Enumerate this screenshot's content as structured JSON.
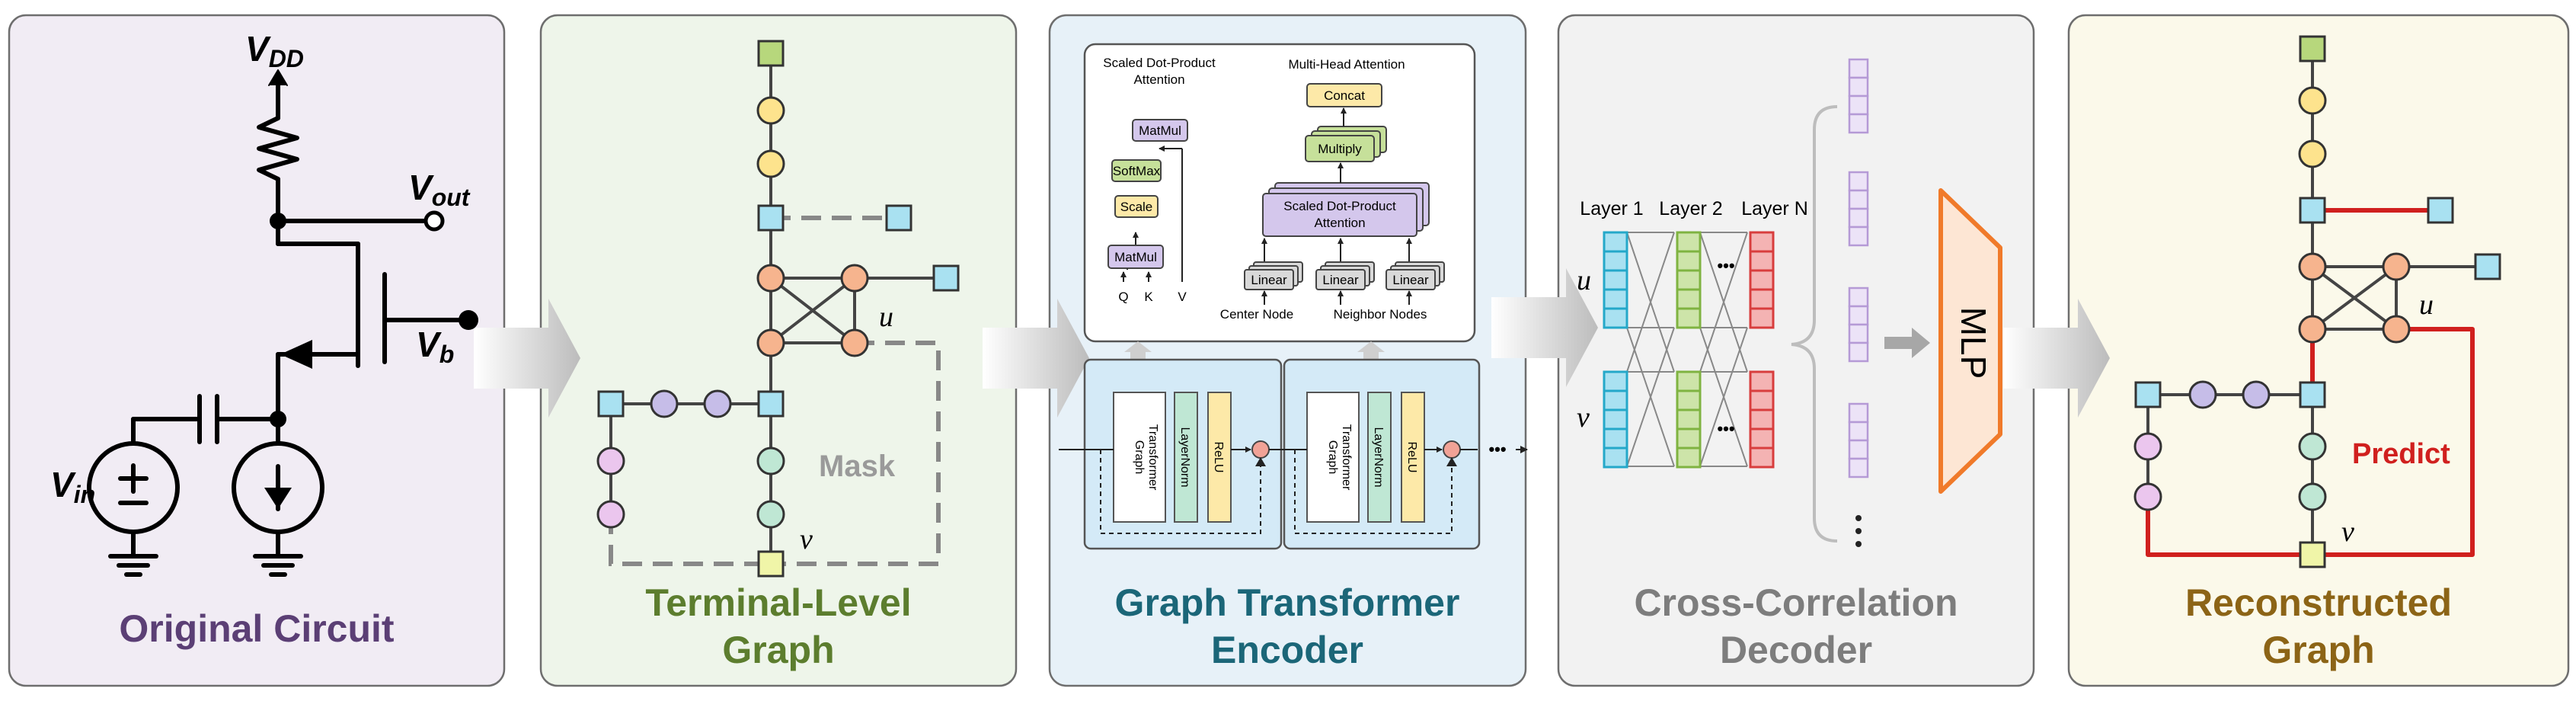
{
  "panels": [
    {
      "title_lines": [
        "Original Circuit"
      ],
      "color": "#5b3f75",
      "bg": "#f1ecf4"
    },
    {
      "title_lines": [
        "Terminal-Level",
        "Graph"
      ],
      "color": "#5c7d2e",
      "bg": "#eef5ea"
    },
    {
      "title_lines": [
        "Graph Transformer",
        "Encoder"
      ],
      "color": "#1b6678",
      "bg": "#e7f1f8"
    },
    {
      "title_lines": [
        "Cross-Correlation",
        "Decoder"
      ],
      "color": "#7d7d7d",
      "bg": "#f2f2f2"
    },
    {
      "title_lines": [
        "Reconstructed",
        "Graph"
      ],
      "color": "#8c6416",
      "bg": "#fbf9ea"
    }
  ],
  "circuit": {
    "vdd": "V",
    "vdd_sub": "DD",
    "vout": "V",
    "vout_sub": "out",
    "vb": "V",
    "vb_sub": "b",
    "vin": "V",
    "vin_sub": "in"
  },
  "graph": {
    "mask_label": "Mask",
    "u_label": "u",
    "v_label": "v",
    "predict_label": "Predict"
  },
  "attention": {
    "sdpa_title_l1": "Scaled Dot-Product",
    "sdpa_title_l2": "Attention",
    "matmul": "MatMul",
    "softmax": "SoftMax",
    "scale": "Scale",
    "q": "Q",
    "k": "K",
    "v": "V",
    "mha_title": "Multi-Head Attention",
    "concat": "Concat",
    "multiply": "Multiply",
    "sdpa_box_l1": "Scaled Dot-Product",
    "sdpa_box_l2": "Attention",
    "linear": "Linear",
    "center_node": "Center Node",
    "neighbor_nodes": "Neighbor Nodes"
  },
  "encoder_block": {
    "gt_l1": "Graph",
    "gt_l2": "Transformer",
    "layernorm": "LayerNorm",
    "relu": "ReLU",
    "dots": "•••"
  },
  "decoder": {
    "layer1": "Layer 1",
    "layer2": "Layer 2",
    "layerN": "Layer N",
    "u_label": "u",
    "v_label": "v",
    "dots": "•••",
    "mlp": "MLP"
  },
  "colors": {
    "cyan": "#a9e1f1",
    "green_node": "#b7d77c",
    "yellow_node": "#fde38d",
    "orange_node": "#f6b48e",
    "pink_node": "#ebc6ee",
    "purple_node": "#c6bde8",
    "mint_node": "#bfe7d4",
    "pale_yellow": "#f0f5a8",
    "red_edge": "#d0201e"
  }
}
